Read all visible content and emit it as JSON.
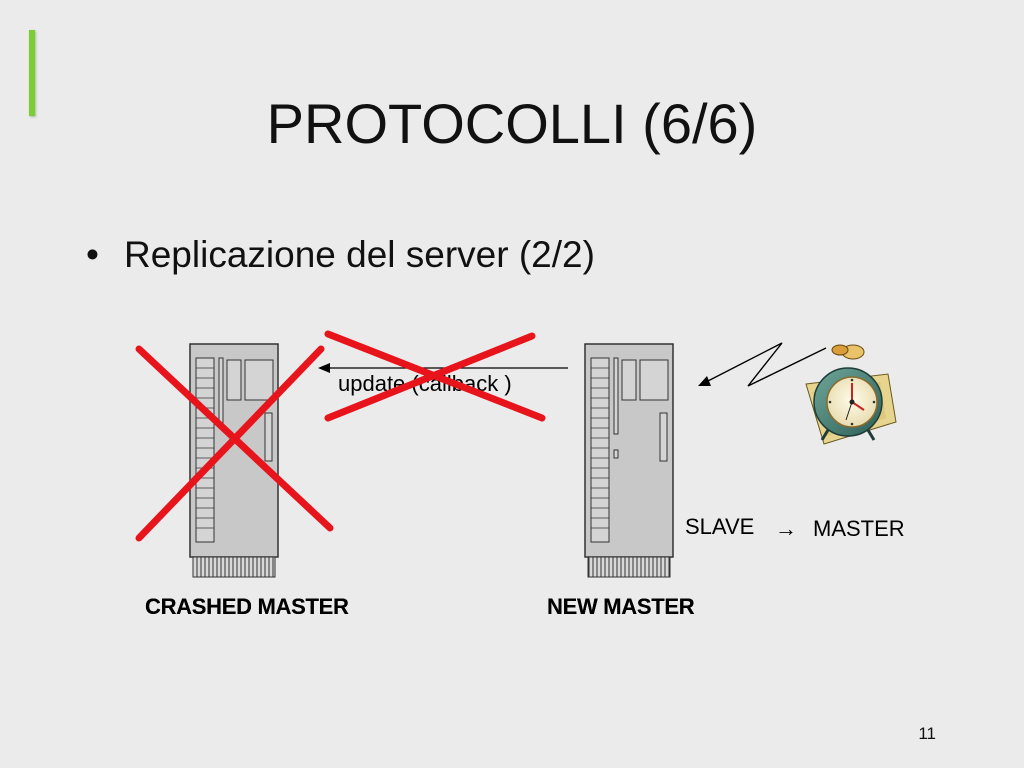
{
  "slide": {
    "title": "PROTOCOLLI (6/6)",
    "bullet": "Replicazione del server (2/2)",
    "bullet_glyph": "•",
    "page_number": "11"
  },
  "diagram": {
    "left_server_label": "CRASHED MASTER",
    "right_server_label": "NEW MASTER",
    "arrow_label": "update (callback )",
    "slave_label": "SLAVE",
    "transition_arrow": "→",
    "master_label": "MASTER"
  },
  "colors": {
    "background": "#ebebeb",
    "accent": "#7ccd34",
    "cross": "#e8141b",
    "server_fill": "#c8c8c8",
    "server_stroke": "#333333"
  },
  "icons": {
    "server_left": "server-tower-icon",
    "server_right": "server-tower-icon",
    "alarm_clock": "alarm-clock-icon",
    "lightning": "lightning-signal-icon"
  }
}
